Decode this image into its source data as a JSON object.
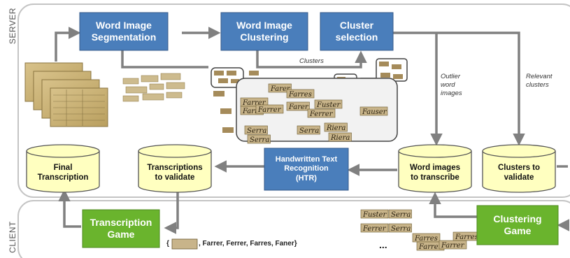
{
  "sections": {
    "server": "SERVER",
    "client": "CLIENT"
  },
  "processes": {
    "segmentation": "Word Image\nSegmentation",
    "clustering": "Word Image\nClustering",
    "cluster_selection": "Cluster\nselection",
    "htr": "Handwritten Text\nRecognition\n(HTR)"
  },
  "stores": {
    "final": "Final\nTranscription",
    "to_validate": "Transcriptions\nto validate",
    "to_transcribe": "Word images\nto transcribe",
    "clusters_to_validate": "Clusters to\nvalidate"
  },
  "games": {
    "transcription": "Transcription\nGame",
    "clustering": "Clustering\nGame"
  },
  "edge_labels": {
    "clusters": "Clusters",
    "outlier": "Outlier\nword\nimages",
    "relevant": "Relevant\nclusters"
  },
  "handwritten_words": [
    "Farrer",
    "Farer",
    "Farres",
    "Farra",
    "Farrer",
    "Farer",
    "Fuster",
    "Ferrer",
    "Fauser",
    "Serra",
    "Serra",
    "Serra",
    "Riera",
    "Riera",
    "Fuster",
    "Serra",
    "Ferrer",
    "Serra",
    "Farres",
    "Farrer",
    "Farrer",
    "Farres"
  ],
  "candidates": {
    "open": "{",
    "rest": ", Farrer, Ferrer, Farres, Faner}"
  },
  "ellipsis": "...",
  "colors": {
    "process_blue": "#4a7ebb",
    "game_green": "#6ab42d",
    "store_fill": "#ffffc0",
    "arrow": "#808080"
  }
}
